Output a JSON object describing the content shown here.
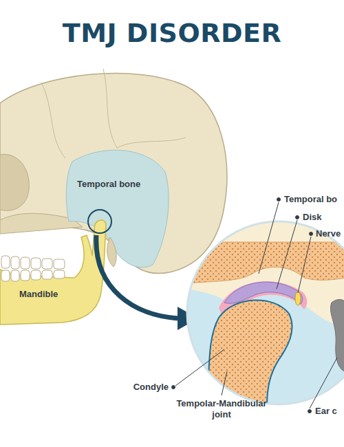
{
  "diagram": {
    "title": "TMJ DISORDER",
    "labels": [
      "Temporal bone",
      "Mandible",
      "Temporal bo",
      "Disk",
      "Nerve",
      "Condyle",
      "Tempolar-Mandibular joint",
      "Ear c"
    ]
  }
}
